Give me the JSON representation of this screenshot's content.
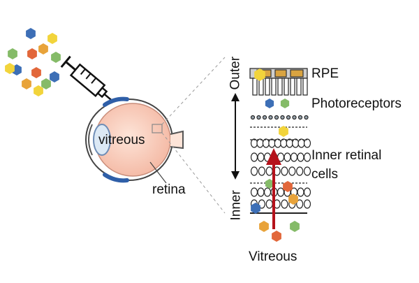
{
  "labels": {
    "vitreous_eye": "vitreous",
    "retina": "retina",
    "rpe": "RPE",
    "photoreceptors": "Photoreceptors",
    "inner_retinal_line1": "Inner retinal",
    "inner_retinal_line2": "cells",
    "outer": "Outer",
    "inner": "Inner",
    "vitreous_bottom": "Vitreous"
  },
  "particle_colors": [
    "#3d6fb6",
    "#e8a33a",
    "#f2d43b",
    "#85bb68",
    "#e2673a"
  ],
  "icons": [
    "syringe-icon",
    "eye-cross-section",
    "retina-layers-schematic",
    "up-arrow-icon",
    "double-arrow-icon"
  ]
}
